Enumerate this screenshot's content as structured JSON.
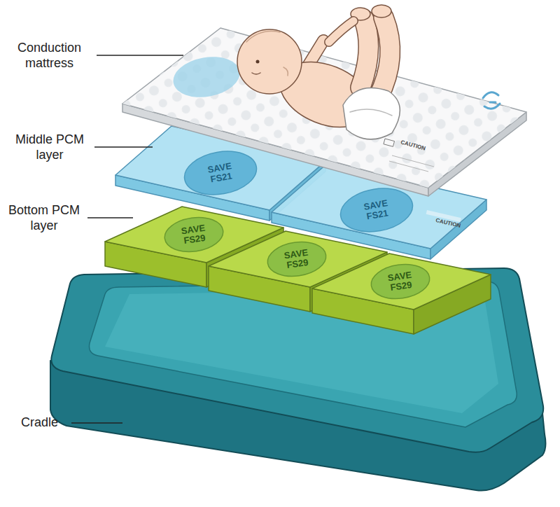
{
  "diagram": {
    "labels": [
      "Conduction mattress",
      "Middle PCM layer",
      "Bottom PCM layer",
      "Cradle",
      "SAVE FS21",
      "SAVE FS21",
      "SAVE FS29",
      "SAVE FS29",
      "SAVE FS29",
      "CAUTION",
      "CAUTION"
    ]
  }
}
